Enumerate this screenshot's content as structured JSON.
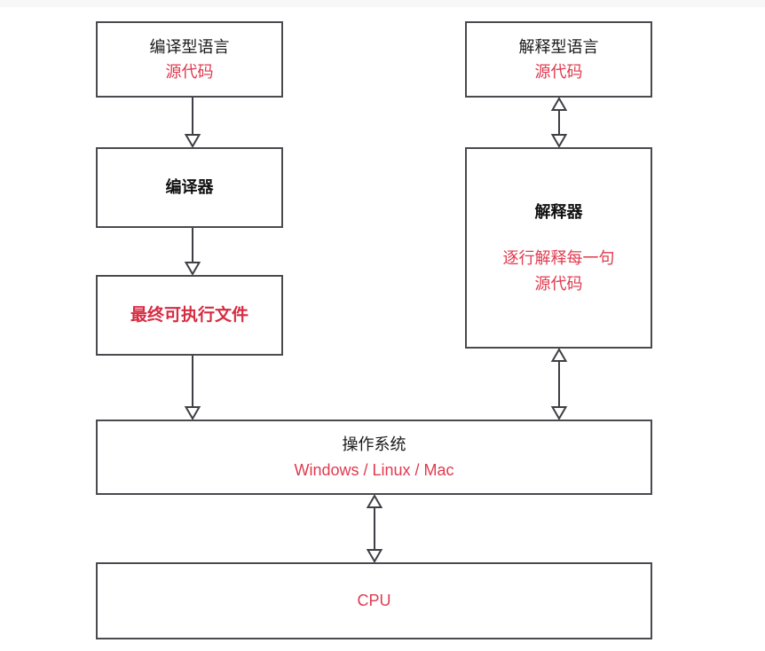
{
  "diagram": {
    "title": "编译型与解释型语言执行流程",
    "colors": {
      "box_border": "#4a4a4f",
      "text_black": "#1a1a1a",
      "text_red": "#e03a4e",
      "background": "#ffffff",
      "arrow": "#3f3f45"
    },
    "nodes": [
      {
        "id": "compiled-source",
        "lines": [
          {
            "text": "编译型语言",
            "style": "black"
          },
          {
            "text": "源代码",
            "style": "red"
          }
        ]
      },
      {
        "id": "compiler",
        "lines": [
          {
            "text": "编译器",
            "style": "black-bold"
          }
        ]
      },
      {
        "id": "executable",
        "lines": [
          {
            "text": "最终可执行文件",
            "style": "red-bold"
          }
        ]
      },
      {
        "id": "interpreted-source",
        "lines": [
          {
            "text": "解释型语言",
            "style": "black"
          },
          {
            "text": "源代码",
            "style": "red"
          }
        ]
      },
      {
        "id": "interpreter",
        "lines": [
          {
            "text": "解释器",
            "style": "black-bold"
          },
          {
            "text": "逐行解释每一句",
            "style": "red"
          },
          {
            "text": "源代码",
            "style": "red"
          }
        ]
      },
      {
        "id": "operating-system",
        "lines": [
          {
            "text": "操作系统",
            "style": "black"
          },
          {
            "text": "Windows / Linux / Mac",
            "style": "red"
          }
        ]
      },
      {
        "id": "cpu",
        "lines": [
          {
            "text": "CPU",
            "style": "red"
          }
        ]
      }
    ],
    "edges": [
      {
        "id": "compiled-source-to-compiler",
        "from": "compiled-source",
        "to": "compiler",
        "direction": "down"
      },
      {
        "id": "compiler-to-executable",
        "from": "compiler",
        "to": "executable",
        "direction": "down"
      },
      {
        "id": "executable-to-os",
        "from": "executable",
        "to": "operating-system",
        "direction": "down"
      },
      {
        "id": "interpreted-source-to-interpreter",
        "from": "interpreted-source",
        "to": "interpreter",
        "direction": "both"
      },
      {
        "id": "interpreter-to-os",
        "from": "interpreter",
        "to": "operating-system",
        "direction": "both"
      },
      {
        "id": "os-to-cpu",
        "from": "operating-system",
        "to": "cpu",
        "direction": "both"
      }
    ]
  },
  "labels": {
    "compiled_source_l1": "编译型语言",
    "compiled_source_l2": "源代码",
    "compiler_l1": "编译器",
    "executable_l1": "最终可执行文件",
    "interpreted_source_l1": "解释型语言",
    "interpreted_source_l2": "源代码",
    "interpreter_l1": "解释器",
    "interpreter_l2": "逐行解释每一句",
    "interpreter_l3": "源代码",
    "os_l1": "操作系统",
    "os_l2": "Windows / Linux / Mac",
    "cpu_l1": "CPU"
  }
}
